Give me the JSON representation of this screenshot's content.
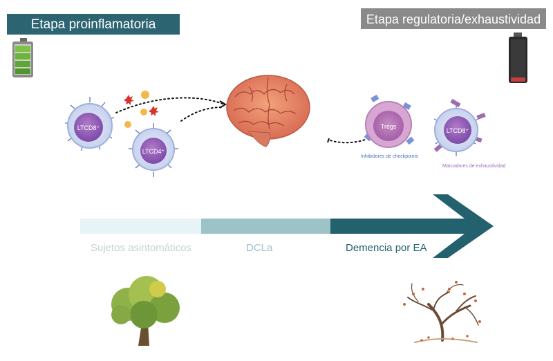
{
  "banners": {
    "left": "Etapa proinflamatoria",
    "right": "Etapa regulatoria/exhaustividad"
  },
  "cells": {
    "ltcd8_left": "LTCD8⁺",
    "ltcd4": "LTCD4⁺",
    "tregs": "Tregs",
    "ltcd8_right": "LTCD8⁺"
  },
  "captions": {
    "inhibitors": "Inhibidores de checkpoints",
    "markers": "Marcadores de exhaustividad"
  },
  "stages": [
    "Sujetos asintomáticos",
    "DCLa",
    "Demencia por EA"
  ],
  "colors": {
    "teal_dark": "#2d6472",
    "grey_banner": "#8a8a8a",
    "stage1": "#e6f4f8",
    "stage2": "#9cc3c8",
    "stage3": "#22616d"
  },
  "icons": [
    "battery-full-icon",
    "battery-empty-icon",
    "brain-icon",
    "healthy-tree-icon",
    "withered-tree-icon"
  ]
}
